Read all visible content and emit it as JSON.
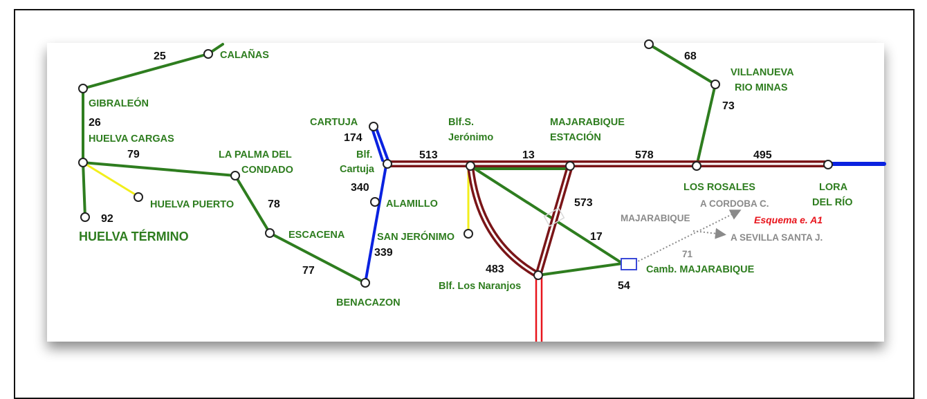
{
  "colors": {
    "green_line": "#2e7d1f",
    "maroon_line": "#7a1518",
    "blue_line": "#0a22e0",
    "yellow_line": "#f2ef1c",
    "red_line": "#e8141c",
    "grey_text": "#8a8a8a",
    "label_green": "#2e7d1f"
  },
  "stations": {
    "calanas": "CALAÑAS",
    "gibraleon": "GIBRALEÓN",
    "huelva_cargas": "HUELVA CARGAS",
    "huelva_puerto": "HUELVA PUERTO",
    "huelva_termino": "HUELVA TÉRMINO",
    "la_palma_1": "LA PALMA DEL",
    "la_palma_2": "CONDADO",
    "escacena": "ESCACENA",
    "benacazon": "BENACAZON",
    "cartuja": "CARTUJA",
    "blf_cartuja_1": "Blf.",
    "blf_cartuja_2": "Cartuja",
    "alamillo": "ALAMILLO",
    "san_jeronimo": "SAN JERÓNIMO",
    "blf_s_jeronimo_1": "Blf.S.",
    "blf_s_jeronimo_2": "Jerónimo",
    "majarabique_estacion_1": "MAJARABIQUE",
    "majarabique_estacion_2": "ESTACIÓN",
    "blf_los_naranjos": "Blf. Los Naranjos",
    "camb_majarabique": "Camb. MAJARABIQUE",
    "villanueva_1": "VILLANUEVA",
    "villanueva_2": "RIO MINAS",
    "los_rosales": "LOS ROSALES",
    "lora_1": "LORA",
    "lora_2": "DEL RÍO"
  },
  "line_numbers": {
    "n25": "25",
    "n26": "26",
    "n79": "79",
    "n92": "92",
    "n78": "78",
    "n77": "77",
    "n174": "174",
    "n340": "340",
    "n339": "339",
    "n513": "513",
    "n13": "13",
    "n578": "578",
    "n495": "495",
    "n573": "573",
    "n17": "17",
    "n483": "483",
    "n54": "54",
    "n68": "68",
    "n73": "73",
    "n71": "71"
  },
  "annotations": {
    "a_cordoba": "A CORDOBA C.",
    "majarabique_grey": "MAJARABIQUE",
    "a_sevilla": "A SEVILLA SANTA J.",
    "esquema": "Esquema e. A1"
  }
}
